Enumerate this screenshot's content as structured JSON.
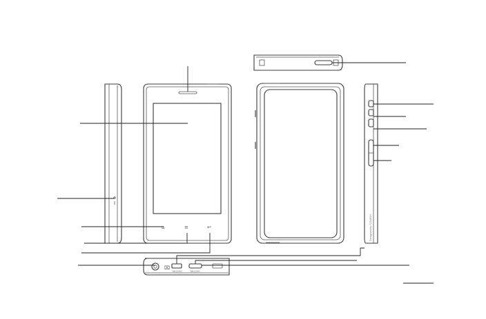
{
  "device": {
    "side_text": "Designed by COWON",
    "port_labels": {
      "left": "MIC/DC",
      "right": "MIC/DC"
    },
    "icons": {
      "home": "home-icon",
      "menu": "menu-icon",
      "back": "back-icon",
      "usb": "usb-icon"
    }
  },
  "colors": {
    "outline": "#3a3a3a",
    "leader": "#222222",
    "background": "#ffffff"
  },
  "callouts": [
    {
      "id": "speaker-grille",
      "label": ""
    },
    {
      "id": "touch-screen",
      "label": ""
    },
    {
      "id": "left-side-hole",
      "label": ""
    },
    {
      "id": "home-key",
      "label": ""
    },
    {
      "id": "menu-key",
      "label": ""
    },
    {
      "id": "back-key",
      "label": ""
    },
    {
      "id": "earphone-jack",
      "label": ""
    },
    {
      "id": "power-slider",
      "label": ""
    },
    {
      "id": "side-button-1",
      "label": ""
    },
    {
      "id": "side-button-2",
      "label": ""
    },
    {
      "id": "side-button-3",
      "label": ""
    },
    {
      "id": "volume-up",
      "label": ""
    },
    {
      "id": "volume-down",
      "label": ""
    },
    {
      "id": "side-bottom-notch",
      "label": ""
    },
    {
      "id": "usb-port",
      "label": ""
    },
    {
      "id": "mic-port",
      "label": ""
    }
  ]
}
